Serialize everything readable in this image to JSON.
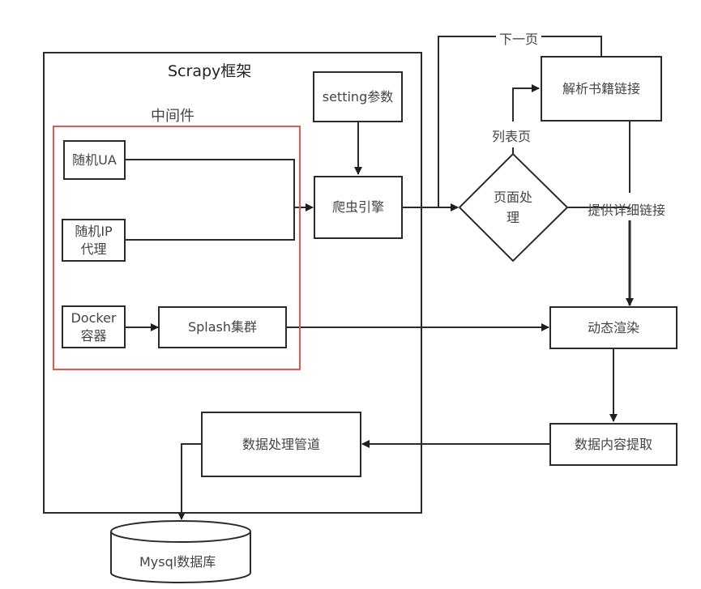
{
  "framework": {
    "title": "Scrapy框架",
    "middleware_title": "中间件"
  },
  "nodes": {
    "setting": "setting参数",
    "engine": "爬虫引擎",
    "random_ua": "随机UA",
    "random_ip_line1": "随机IP",
    "random_ip_line2": "代理",
    "docker_line1": "Docker",
    "docker_line2": "容器",
    "splash": "Splash集群",
    "page_process_line1": "页面处",
    "page_process_line2": "理",
    "parse_links": "解析书籍链接",
    "dynamic_render": "动态渲染",
    "data_extract": "数据内容提取",
    "pipeline": "数据处理管道",
    "database": "Mysql数据库"
  },
  "edge_labels": {
    "next_page": "下一页",
    "list_page": "列表页",
    "detail_links": "提供详细链接"
  },
  "colors": {
    "line": "#2b2b2b",
    "middleware_border": "#e8574f",
    "text": "#444444"
  }
}
